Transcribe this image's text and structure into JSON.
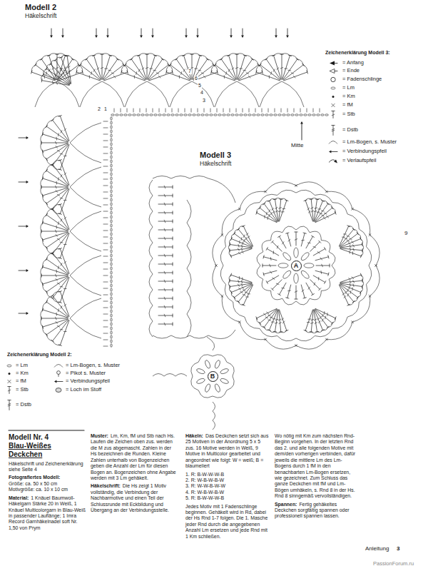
{
  "diagram": {
    "nodes": [
      {
        "text": [
          "A"
        ]
      },
      {
        "text": [
          "B"
        ]
      }
    ],
    "labels": [
      "Modell 2",
      "Häkelschrift",
      "7",
      "6",
      "5",
      "4",
      "3",
      "2",
      "1",
      "Mitte",
      "Zeichenerklärung Modell 3:",
      "Modell 3",
      "Häkelschrift",
      "9",
      "Zeichenerklärung Modell 2:",
      "Modell Nr. 4",
      "Blau-Weißes Deckchen",
      "Häkelschrift und Zeichenerklärung siehe Seite 4",
      "Fotografiertes Modell:",
      "Größe: ca. 50 x 50 cm",
      "Motivgröße: ca. 10 x 10 cm",
      "Material:",
      "1 Knäuel Baumwoll-Häkelgarn Stärke 20 in Weiß, 1 Knäuel Multicolorgarn in Blau-Weiß in passender Lauflänge; 1 Imra Record Garnhäkelnadel soft Nr. 1,50 von Prym",
      "Muster:",
      "Lm, Km, fM und Stb nach Hs. Laufen die Zeichen oben zus. werden die M zus abgemascht. Zahlen in der Hs bezeichnen die Runden. Kleine Zahlen unterhalb von Bogenzeichen geben die Anzahl der Lm für diesen Bogen an. Bogenzeichen ohne Angabe werden mit 3 Lm gehäkelt.",
      "Häkelschrift:",
      "Die Hs zeigt 1 Motiv vollständig, die Verbindung der Nachbarmotive und einen Teil der Schlussrunde mit Eckbildung und Übergang an der Verbindungsstelle.",
      "Häkeln:",
      "Das Deckchen setzt sich aus 25 Motiven in der Anordnung 5 x 5 zus. 16 Motive werden in Weiß, 9 Motive in Multicolor gearbeitet und angeordnet wie folgt: W = weiß; B = blaumeliert",
      "1. R: B-W-W-W-B",
      "2. R: W-B-W-B-W",
      "3. R: W-W-B-W-W",
      "4. R: W-B-W-B-W",
      "5. R: B-W-W-W-B",
      "Jedes Motiv mit 1 Fadenschlinge beginnen. Gehäkelt wird in Rd, dabei der Hs Rnd 1-7 folgen. Die 1. Masche jeder Rnd durch die angegebenen Anzahl Lm ersetzen und jede Rnd mit 1 Km schließen.",
      "Wo nötig mit Km zum nächsten Rnd-Beginn vorgehen. In der letzten Rnd das 2. und alle folgenden Motive mit dem/den vorherigen verbinden, dafür jeweils die mittlere Lm des Lm-Bogens durch 1 fM in den benachbarten Lm-Bogen ersetzen, wie gezeichnet. Zum Schluss das ganze Deckchen mit fM und Lm-Bögen umhäkeln, s. Rnd 8 in der Hs. Rnd 8 sinngemäß vervollständigen.",
      "Spannen:",
      "Fertig gehäkeltes Deckchen sorgfältig spannen oder professionell spannen lassen.",
      "Anleitung",
      "3",
      "PassionForum.ru"
    ],
    "legend": [
      {
        "text": "= Anfang"
      },
      {
        "text": "= Ende"
      },
      {
        "text": "= Fadenschlinge"
      },
      {
        "text": "= Lm"
      },
      {
        "text": "= Km"
      },
      {
        "text": "= fM"
      },
      {
        "text": "= Stb"
      },
      {
        "text": "= Dstb"
      },
      {
        "text": "= Lm-Bogen, s. Muster"
      },
      {
        "text": "= Verbindungspfeil"
      },
      {
        "text": "= Verlaufspfeil"
      },
      {
        "text": "= Lm"
      },
      {
        "text": "= Lm-Bogen, s. Muster"
      },
      {
        "text": "= Km"
      },
      {
        "text": "= Pikot s. Muster"
      },
      {
        "text": "= fM"
      },
      {
        "text": "= Verbindungspfeil"
      },
      {
        "text": "= Stb"
      },
      {
        "text": "= Loch im Stoff"
      },
      {
        "text": "= Dstb"
      }
    ]
  }
}
